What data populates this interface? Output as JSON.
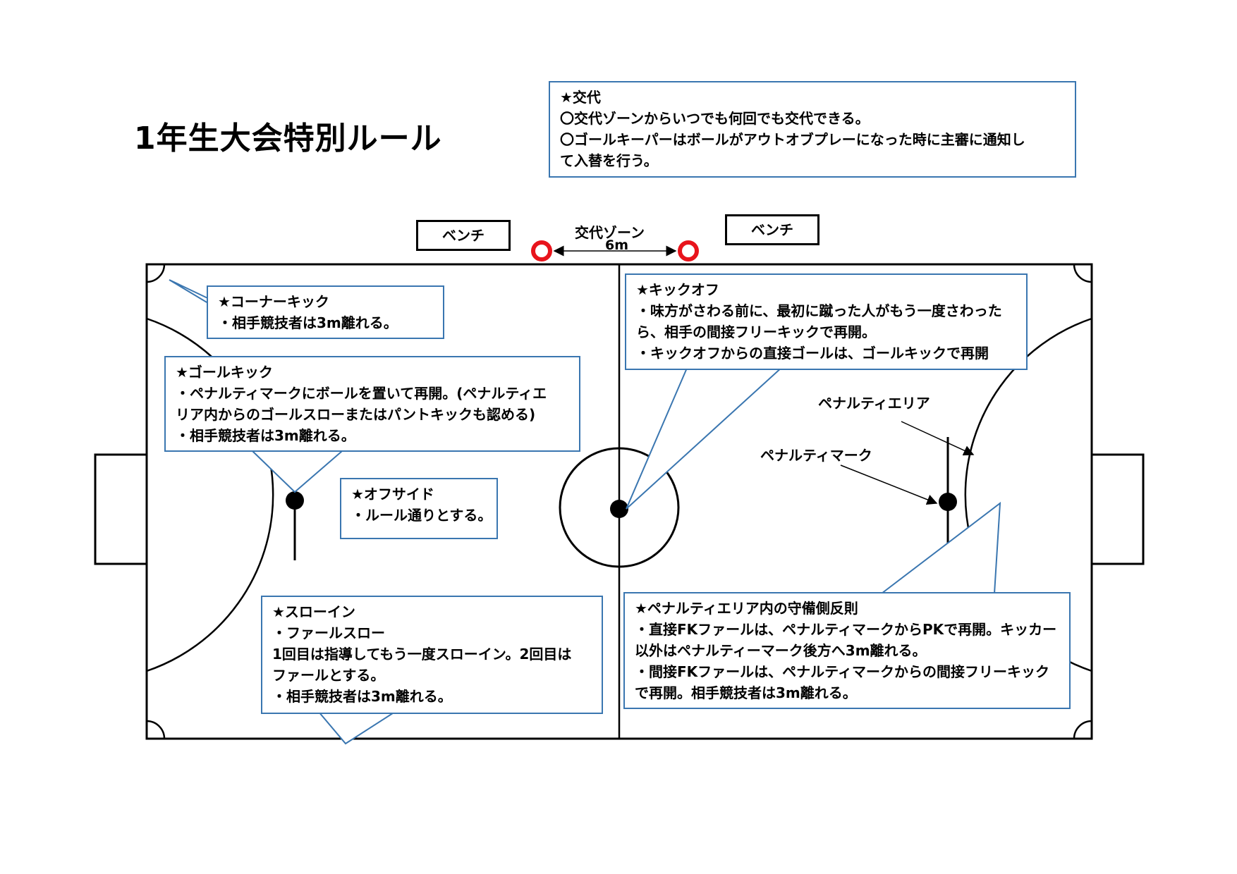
{
  "title": "1年生大会特別ルール",
  "substitution": {
    "heading": "★交代",
    "lines": [
      "〇交代ゾーンからいつでも何回でも交代できる。",
      "〇ゴールキーパーはボールがアウトオブプレーになった時に主審に通知し",
      "て入替を行う。"
    ]
  },
  "bench_left": "ベンチ",
  "bench_right": "ベンチ",
  "sub_zone": {
    "label": "交代ゾーン",
    "distance": "6m"
  },
  "corner_kick": {
    "heading": "★コーナーキック",
    "lines": [
      "・相手競技者は3m離れる。"
    ]
  },
  "goal_kick": {
    "heading": "★ゴールキック",
    "lines": [
      "・ペナルティマークにボールを置いて再開。(ペナルティエ",
      "リア内からのゴールスローまたはパントキックも認める)",
      "・相手競技者は3m離れる。"
    ]
  },
  "offside": {
    "heading": "★オフサイド",
    "lines": [
      "・ルール通りとする。"
    ]
  },
  "throw_in": {
    "heading": "★スローイン",
    "lines": [
      "・ファールスロー",
      "1回目は指導してもう一度スローイン。2回目は",
      "ファールとする。",
      "・相手競技者は3m離れる。"
    ]
  },
  "kick_off": {
    "heading": "★キックオフ",
    "lines": [
      "・味方がさわる前に、最初に蹴った人がもう一度さわった",
      "ら、相手の間接フリーキックで再開。",
      "・キックオフからの直接ゴールは、ゴールキックで再開"
    ]
  },
  "penalty_area_label": "ペナルティエリア",
  "penalty_mark_label": "ペナルティマーク",
  "defense_foul": {
    "heading": "★ペナルティエリア内の守備側反則",
    "lines": [
      "・直接FKファールは、ペナルティマークからPKで再開。キッカー",
      "以外はペナルティーマーク後方へ3m離れる。",
      "・間接FKファールは、ペナルティマークからの間接フリーキック",
      "で再開。相手競技者は3m離れる。"
    ]
  },
  "colors": {
    "box_border": "#3a76b0",
    "zone_marker": "#e8141c",
    "lines": "#000000"
  }
}
